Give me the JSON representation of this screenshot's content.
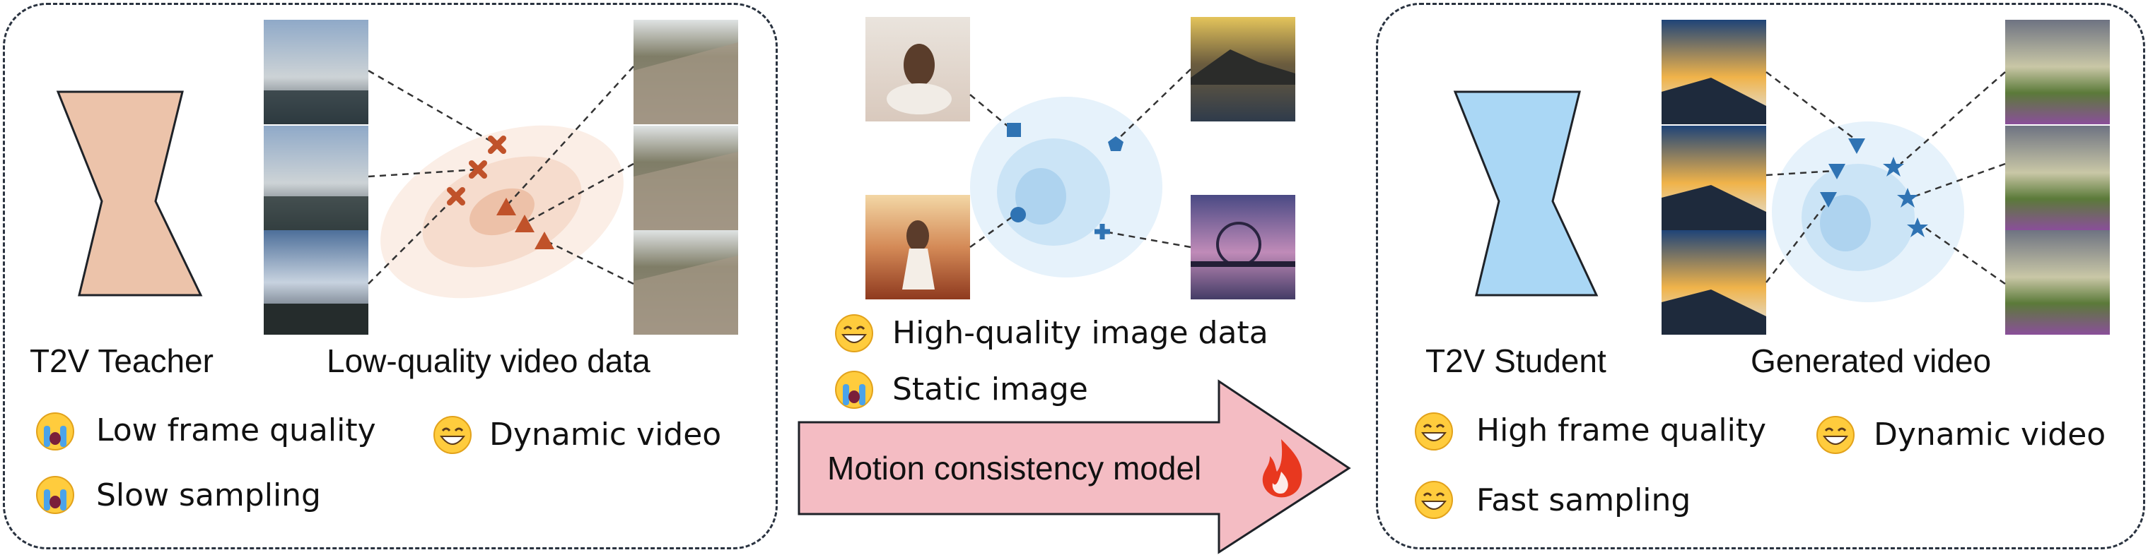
{
  "teacher": {
    "model_label": "T2V Teacher",
    "data_label": "Low-quality video data",
    "traits": [
      {
        "text": "Low frame quality",
        "emoji": "crying-face-icon"
      },
      {
        "text": "Dynamic video",
        "emoji": "grinning-face-icon"
      },
      {
        "text": "Slow sampling",
        "emoji": "crying-face-icon"
      }
    ],
    "model_color": "#ecc3aa"
  },
  "image_data": {
    "traits": [
      {
        "text": "High-quality image data",
        "emoji": "grinning-face-icon"
      },
      {
        "text": "Static image",
        "emoji": "crying-face-icon"
      }
    ]
  },
  "arrow": {
    "label": "Motion consistency model",
    "fill": "#f4bcc3",
    "icon": "fire-icon"
  },
  "student": {
    "model_label": "T2V Student",
    "data_label": "Generated video",
    "traits": [
      {
        "text": "High frame quality",
        "emoji": "grinning-face-icon"
      },
      {
        "text": "Dynamic video",
        "emoji": "grinning-face-icon"
      },
      {
        "text": "Fast sampling",
        "emoji": "grinning-face-icon"
      }
    ],
    "model_color": "#aad7f5"
  }
}
